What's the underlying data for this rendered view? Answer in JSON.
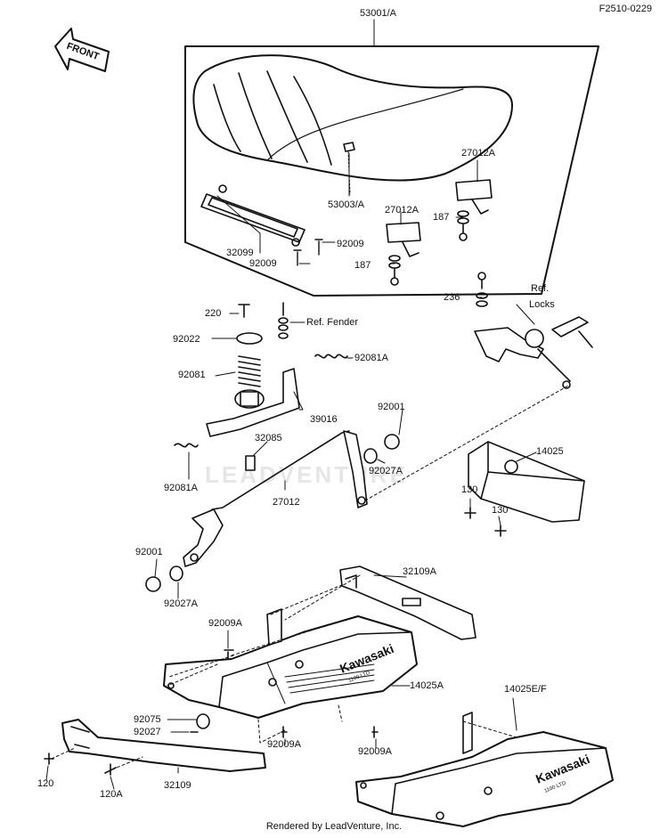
{
  "diagram_code": "F2510-0229",
  "front_arrow_label": "FRONT",
  "watermark": "LEADVENTURE",
  "footer": "Rendered by LeadVenture, Inc.",
  "brand_text": "Kawasaki",
  "brand_sub": "1100 LTD",
  "labels": {
    "p53001A": "53001/A",
    "p53003A": "53003/A",
    "p27012A_1": "27012A",
    "p27012A_2": "27012A",
    "p187_1": "187",
    "p187_2": "187",
    "p32099": "32099",
    "p92009_1": "92009",
    "p92009_2": "92009",
    "p236": "236",
    "ref_locks_1": "Ref.",
    "ref_locks_2": "Locks",
    "p220": "220",
    "ref_fender": "Ref. Fender",
    "p92022": "92022",
    "p92081": "92081",
    "p92081A_1": "92081A",
    "p39016": "39016",
    "p92001_1": "92001",
    "p32085": "32085",
    "p14025": "14025",
    "p92027A_1": "92027A",
    "p92081A_2": "92081A",
    "p27012": "27012",
    "p130_1": "130",
    "p130_2": "130",
    "p92001_2": "92001",
    "p92027A_2": "92027A",
    "p32109A": "32109A",
    "p92009A_1": "92009A",
    "p14025A": "14025A",
    "p14025EF": "14025E/F",
    "p92075": "92075",
    "p92027": "92027",
    "p92009A_2": "92009A",
    "p92009A_3": "92009A",
    "p120": "120",
    "p120A": "120A",
    "p32109": "32109"
  }
}
